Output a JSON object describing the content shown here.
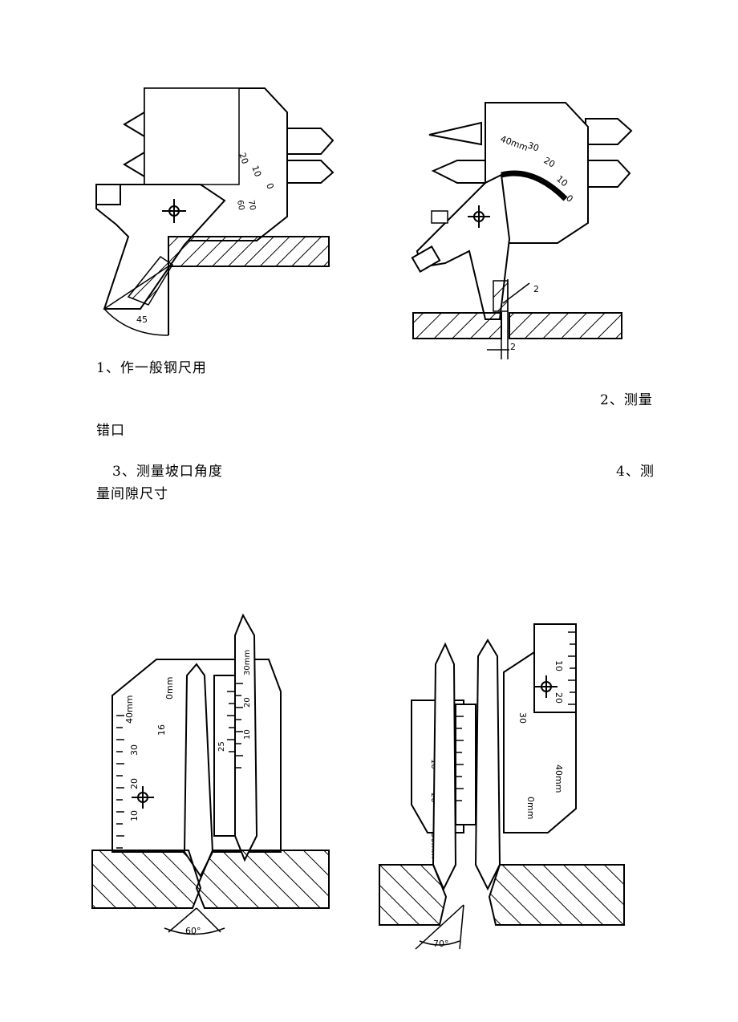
{
  "captions": {
    "c1": "1、作一般钢尺用",
    "c2_part1": "2、测量",
    "c2_part2": "错口",
    "c3": "3、测量坡口角度",
    "c4_part1": "4、测",
    "c4_part2": "量间隙尺寸"
  },
  "figures": {
    "fig1": {
      "angle_label": "45",
      "scale_labels": [
        "20",
        "10",
        "0",
        "60",
        "70"
      ]
    },
    "fig2": {
      "gap_labels": [
        "2",
        "2"
      ],
      "scale_labels": [
        "40mm",
        "30",
        "20",
        "10",
        "0"
      ]
    },
    "fig3": {
      "angle_label": "60°",
      "scale_labels": [
        "40mm",
        "30",
        "20",
        "10",
        "0mm",
        "16",
        "25",
        "30mm",
        "20",
        "10"
      ]
    },
    "fig4": {
      "angle_label": "70°",
      "scale_labels": [
        "10",
        "20",
        "30",
        "40mm",
        "0mm",
        "30mm",
        "20",
        "10"
      ]
    }
  }
}
